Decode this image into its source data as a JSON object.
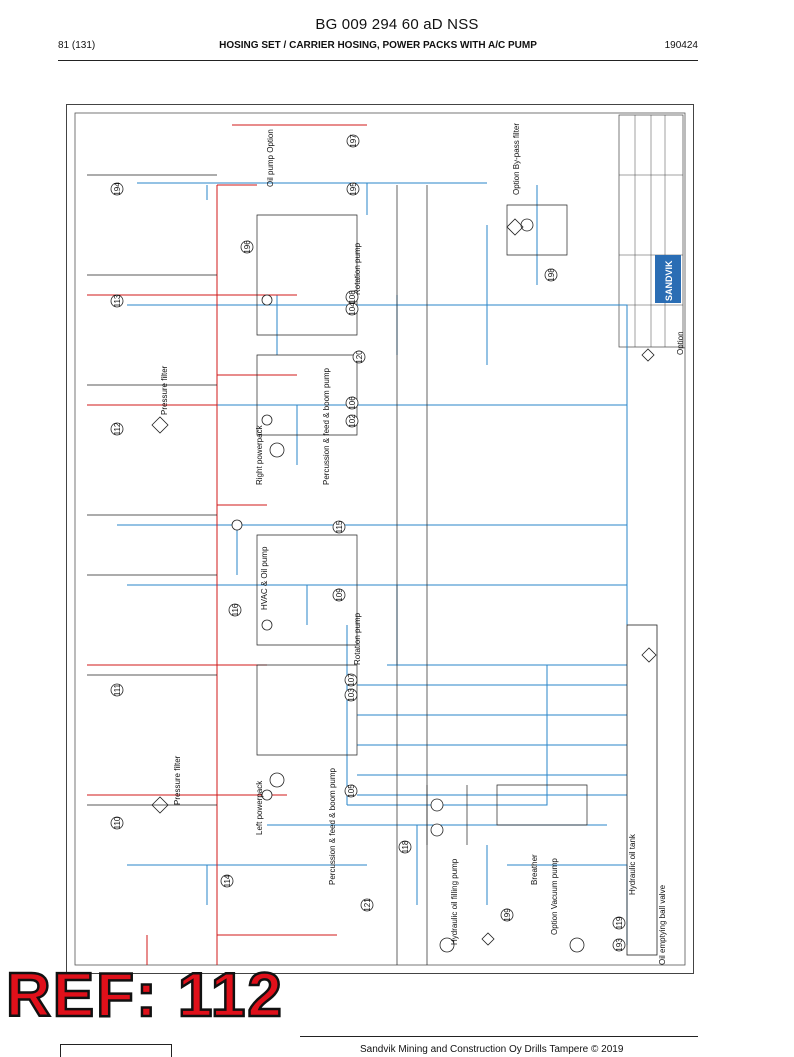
{
  "header": {
    "doc_number": "BG 009 294 60 aD NSS",
    "page": "81 (131)",
    "section_title": "HOSING SET / CARRIER HOSING, POWER PACKS WITH A/C PUMP",
    "date": "190424"
  },
  "drawing": {
    "labels": {
      "oil_pump_option": "Oil pump Option",
      "rotation_pump_1": "Rotation pump",
      "rotation_pump_2": "Rotation pump",
      "pressure_filter_1": "Pressure filter",
      "pressure_filter_2": "Pressure filter",
      "right_powerpack": "Right powerpack",
      "left_powerpack": "Left powerpack",
      "percussion_feed_boom_pump_1": "Percussion & feed & boom pump",
      "percussion_feed_boom_pump_2": "Percussion & feed & boom pump",
      "hvac_oil_pump": "HVAC & Oil pump",
      "hydraulic_oil_filling_pump": "Hydraulic oil filling pump",
      "option_vacuum_pump": "Option Vacuum pump",
      "breather": "Breather",
      "hydraulic_oil_tank": "Hydraulic oil tank",
      "oil_emptying_ball_valve": "Oil emptying ball valve",
      "option_bypass_filter": "Option By-pass filter",
      "option": "Option",
      "brand": "SANDVIK"
    },
    "ref_numbers": [
      "197",
      "194",
      "195",
      "196",
      "113",
      "108",
      "104",
      "198",
      "120",
      "106",
      "112",
      "102",
      "115",
      "109",
      "116",
      "107",
      "111",
      "103",
      "105",
      "110",
      "118",
      "114",
      "121",
      "199",
      "119",
      "193"
    ]
  },
  "stamp": {
    "text": "REF: 112"
  },
  "footer": {
    "text": "Sandvik Mining and Construction Oy Drills Tampere © 2019"
  },
  "colors": {
    "pressure_line": "#d01818",
    "return_line": "#2a86c8",
    "stamp": "#e0101a"
  }
}
